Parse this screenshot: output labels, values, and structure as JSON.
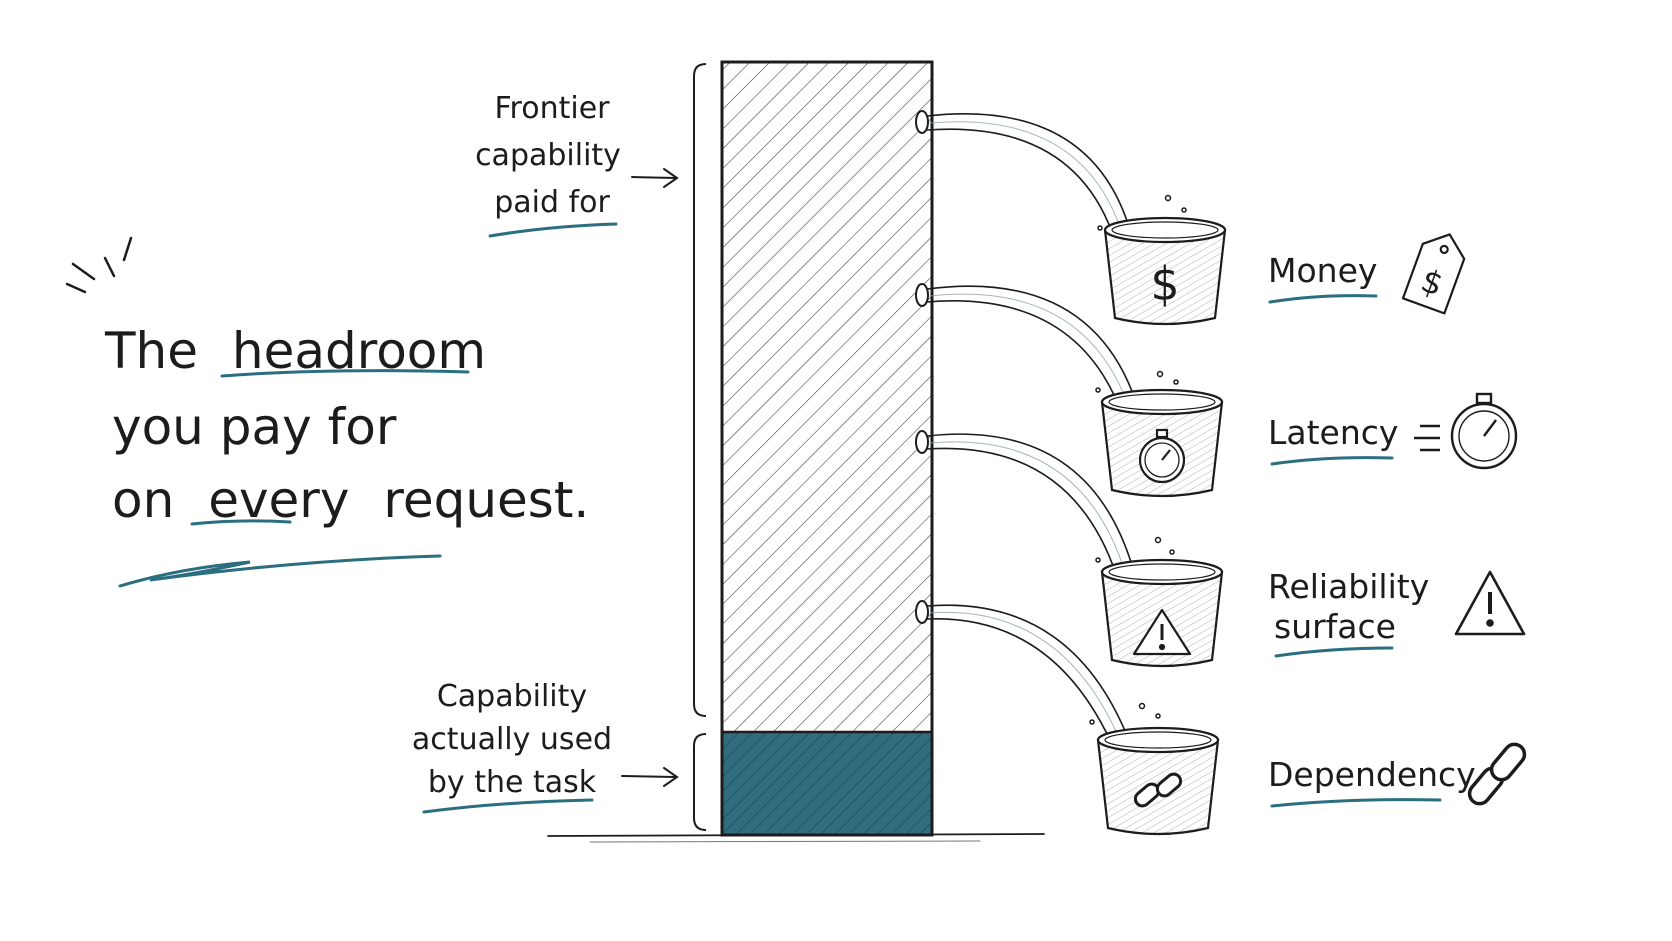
{
  "headline": {
    "line1_pre": "The",
    "line1_em": "headroom",
    "line2": "you pay for",
    "line3_pre": "on",
    "line3_em": "every",
    "line3_post": "request."
  },
  "labels": {
    "frontier": [
      "Frontier",
      "capability",
      "paid for"
    ],
    "used": [
      "Capability",
      "actually used",
      "by the task"
    ]
  },
  "costs": [
    {
      "label": [
        "Money"
      ],
      "icon": "price-tag-icon",
      "bucket_icon": "dollar-icon"
    },
    {
      "label": [
        "Latency"
      ],
      "icon": "stopwatch-icon",
      "bucket_icon": "stopwatch-icon"
    },
    {
      "label": [
        "Reliability",
        "surface"
      ],
      "icon": "warning-icon",
      "bucket_icon": "warning-icon"
    },
    {
      "label": [
        "Dependency"
      ],
      "icon": "chain-link-icon",
      "bucket_icon": "chain-link-icon"
    }
  ],
  "colors": {
    "ink": "#1c1c1c",
    "accent": "#2b6e80",
    "used_fill": "#2f6d7f",
    "water": "#8fa3ab"
  }
}
